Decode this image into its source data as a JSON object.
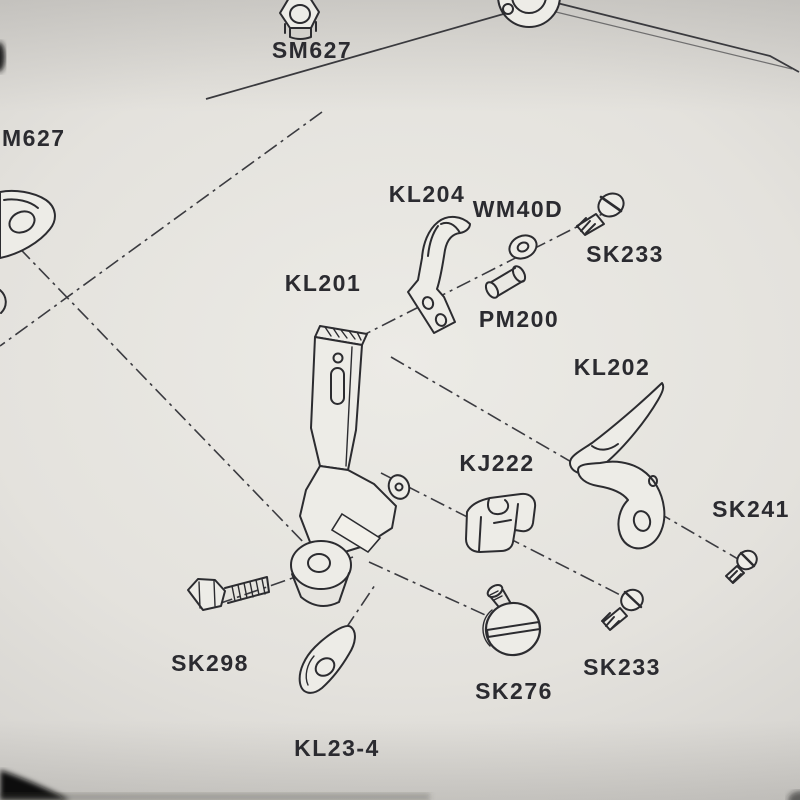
{
  "colors": {
    "paper_center": "#ecebe6",
    "paper_edge": "#a9a7a5",
    "ink": "#2c2c30",
    "shadow": "#0a0a09"
  },
  "labels": [
    {
      "id": "sm627-top",
      "text": "SM627"
    },
    {
      "id": "m627-left",
      "text": "M627"
    },
    {
      "id": "kl204",
      "text": "KL204"
    },
    {
      "id": "wm40d",
      "text": "WM40D"
    },
    {
      "id": "sk233-top",
      "text": "SK233"
    },
    {
      "id": "kl201",
      "text": "KL201"
    },
    {
      "id": "pm200",
      "text": "PM200"
    },
    {
      "id": "kl202",
      "text": "KL202"
    },
    {
      "id": "kj222",
      "text": "KJ222"
    },
    {
      "id": "sk241",
      "text": "SK241"
    },
    {
      "id": "sk298",
      "text": "SK298"
    },
    {
      "id": "kl23-4",
      "text": "KL23-4"
    },
    {
      "id": "sk276",
      "text": "SK276"
    },
    {
      "id": "sk233-bottom",
      "text": "SK233"
    }
  ]
}
